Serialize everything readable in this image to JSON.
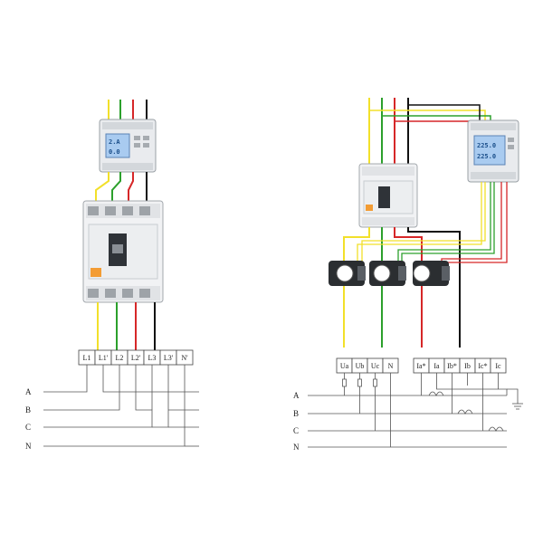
{
  "wire_colors": {
    "yellow": "#f2e02a",
    "green": "#2ca02c",
    "red": "#d62728",
    "black": "#111111"
  },
  "left_diagram": {
    "meter_display": {
      "line1": "2.A",
      "line2": "0.0"
    },
    "terminal_labels": [
      "L1",
      "L1'",
      "L2",
      "L2'",
      "L3",
      "L3'",
      "N'"
    ],
    "bus_labels": [
      "A",
      "B",
      "C",
      "N"
    ]
  },
  "right_diagram": {
    "meter_display": {
      "line1": "225.0",
      "line2": "225.0"
    },
    "terminal_labels": [
      "Ua",
      "Ub",
      "Uc",
      "N",
      "Ia*",
      "Ia",
      "Ib*",
      "Ib",
      "Ic*",
      "Ic"
    ],
    "bus_labels": [
      "A",
      "B",
      "C",
      "N"
    ]
  }
}
